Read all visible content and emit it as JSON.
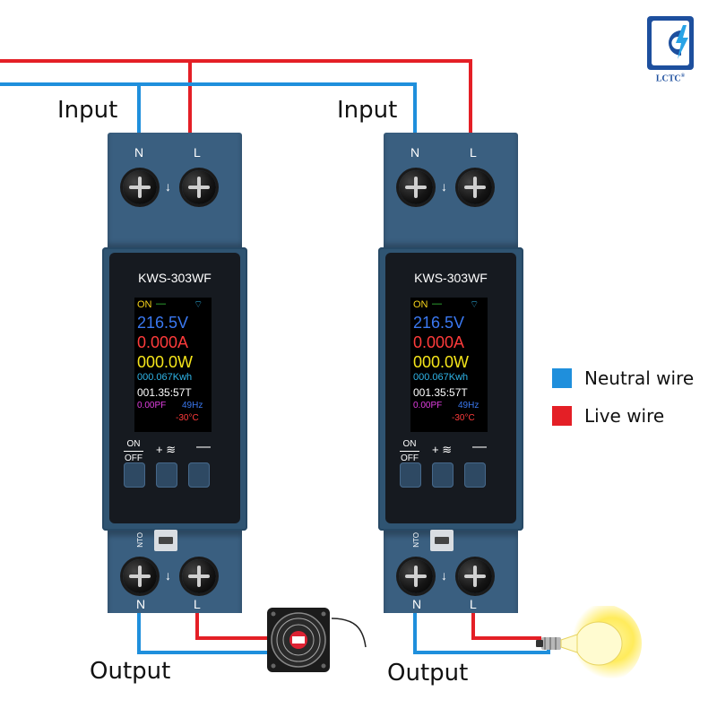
{
  "brand": {
    "logo_text": "LCTC",
    "logo_mark": "®"
  },
  "colors": {
    "neutral": "#1f8fdc",
    "live": "#e41f26",
    "device_body": "#2f5472",
    "lcd_bg": "#000000"
  },
  "labels": {
    "input_left": "Input",
    "input_right": "Input",
    "output_left": "Output",
    "output_right": "Output"
  },
  "legend": [
    {
      "label": "Neutral wire",
      "color": "#1f8fdc"
    },
    {
      "label": "Live wire",
      "color": "#e41f26"
    }
  ],
  "meters": [
    {
      "model": "KWS-303WF",
      "top_terminals": {
        "n": "N",
        "l": "L"
      },
      "bottom_terminals": {
        "n": "N",
        "l": "L"
      },
      "port_label": "NTO",
      "display": {
        "status": "ON",
        "dash": "—",
        "voltage": "216.5V",
        "current": "0.000A",
        "power": "000.0W",
        "energy": "000.067Kwh",
        "time": "001.35:57T",
        "pf": "0.00PF",
        "freq": "49Hz",
        "temp": "-30°C"
      },
      "buttons": {
        "onoff_on": "ON",
        "onoff_off": "OFF",
        "plus_wifi": "+",
        "minus": "—"
      },
      "load": "fan-icon"
    },
    {
      "model": "KWS-303WF",
      "top_terminals": {
        "n": "N",
        "l": "L"
      },
      "bottom_terminals": {
        "n": "N",
        "l": "L"
      },
      "port_label": "NTO",
      "display": {
        "status": "ON",
        "dash": "—",
        "voltage": "216.5V",
        "current": "0.000A",
        "power": "000.0W",
        "energy": "000.067Kwh",
        "time": "001.35:57T",
        "pf": "0.00PF",
        "freq": "49Hz",
        "temp": "-30°C"
      },
      "buttons": {
        "onoff_on": "ON",
        "onoff_off": "OFF",
        "plus_wifi": "+",
        "minus": "—"
      },
      "load": "light-bulb-icon"
    }
  ]
}
